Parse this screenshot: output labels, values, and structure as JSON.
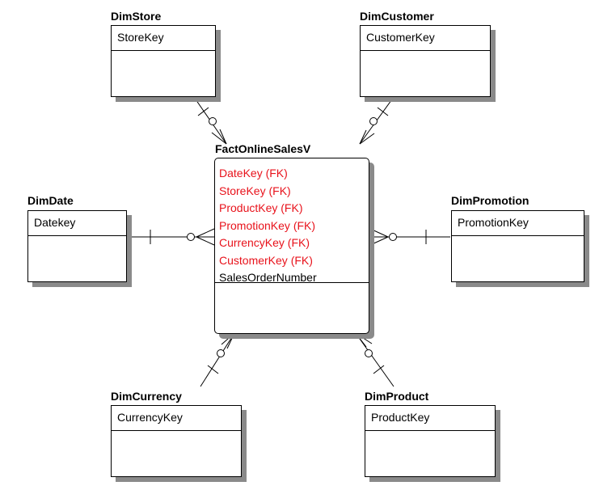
{
  "fact": {
    "name": "FactOnlineSalesV",
    "attributes": [
      {
        "label": "DateKey (FK)",
        "fk": true
      },
      {
        "label": "StoreKey (FK)",
        "fk": true
      },
      {
        "label": "ProductKey (FK)",
        "fk": true
      },
      {
        "label": "PromotionKey (FK)",
        "fk": true
      },
      {
        "label": "CurrencyKey (FK)",
        "fk": true
      },
      {
        "label": "CustomerKey (FK)",
        "fk": true
      },
      {
        "label": "SalesOrderNumber",
        "fk": false
      }
    ]
  },
  "dimensions": {
    "store": {
      "name": "DimStore",
      "key": "StoreKey"
    },
    "customer": {
      "name": "DimCustomer",
      "key": "CustomerKey"
    },
    "date": {
      "name": "DimDate",
      "key": "Datekey"
    },
    "promotion": {
      "name": "DimPromotion",
      "key": "PromotionKey"
    },
    "currency": {
      "name": "DimCurrency",
      "key": "CurrencyKey"
    },
    "product": {
      "name": "DimProduct",
      "key": "ProductKey"
    }
  },
  "colors": {
    "fk": "#e8121b",
    "shadow": "#8a8a8a",
    "line": "#000000"
  }
}
